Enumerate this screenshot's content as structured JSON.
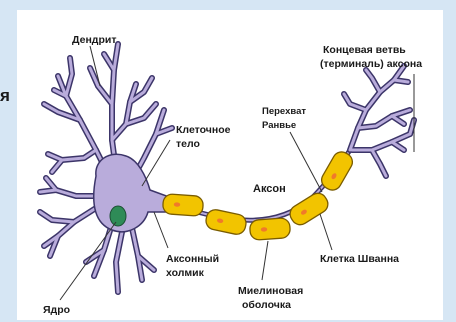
{
  "edge_fragment": "я",
  "labels": {
    "dendrite": "Дендрит",
    "terminal_line1": "Концевая ветвь",
    "terminal_line2": "(терминаль) аксона",
    "node_line1": "Перехват",
    "node_line2": "Ранвье",
    "cellbody_line1": "Клеточное",
    "cellbody_line2": "тело",
    "axon": "Аксон",
    "hillock_line1": "Аксонный",
    "hillock_line2": "холмик",
    "schwann": "Клетка Шванна",
    "myelin_line1": "Миелиновая",
    "myelin_line2": "оболочка",
    "nucleus": "Ядро"
  },
  "colors": {
    "background": "#d6e6f4",
    "neuron": "#b9acdb",
    "neuron_outline": "#3c3569",
    "nucleus": "#2e8b57",
    "myelin": "#f2c400",
    "myelin_outline": "#7a5c00",
    "schwann_nucleus": "#f07a2a"
  }
}
